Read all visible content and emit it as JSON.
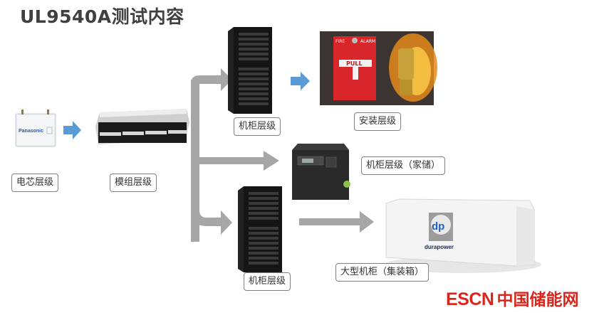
{
  "title": "UL9540A测试内容",
  "levels": {
    "cell": "电芯层级",
    "module": "模组层级",
    "rack_top": "机柜层级",
    "installation": "安装层级",
    "rack_home": "机柜层级（家储）",
    "rack_bottom": "机柜层级",
    "container": "大型机柜（集装箱）"
  },
  "images": {
    "cell_brand": "Panasonic",
    "alarm_top_left": "FIRE",
    "alarm_top_right": "ALARM",
    "alarm_handle": "PULL",
    "container_brand": "durapower",
    "container_logo": "dp"
  },
  "watermark": {
    "latin": "ESCN",
    "chinese": "中国储能网"
  },
  "colors": {
    "blue_arrow": "#5b9bd5",
    "gray_arrow": "#a6a6a6",
    "logo_red": "#d9261c"
  }
}
